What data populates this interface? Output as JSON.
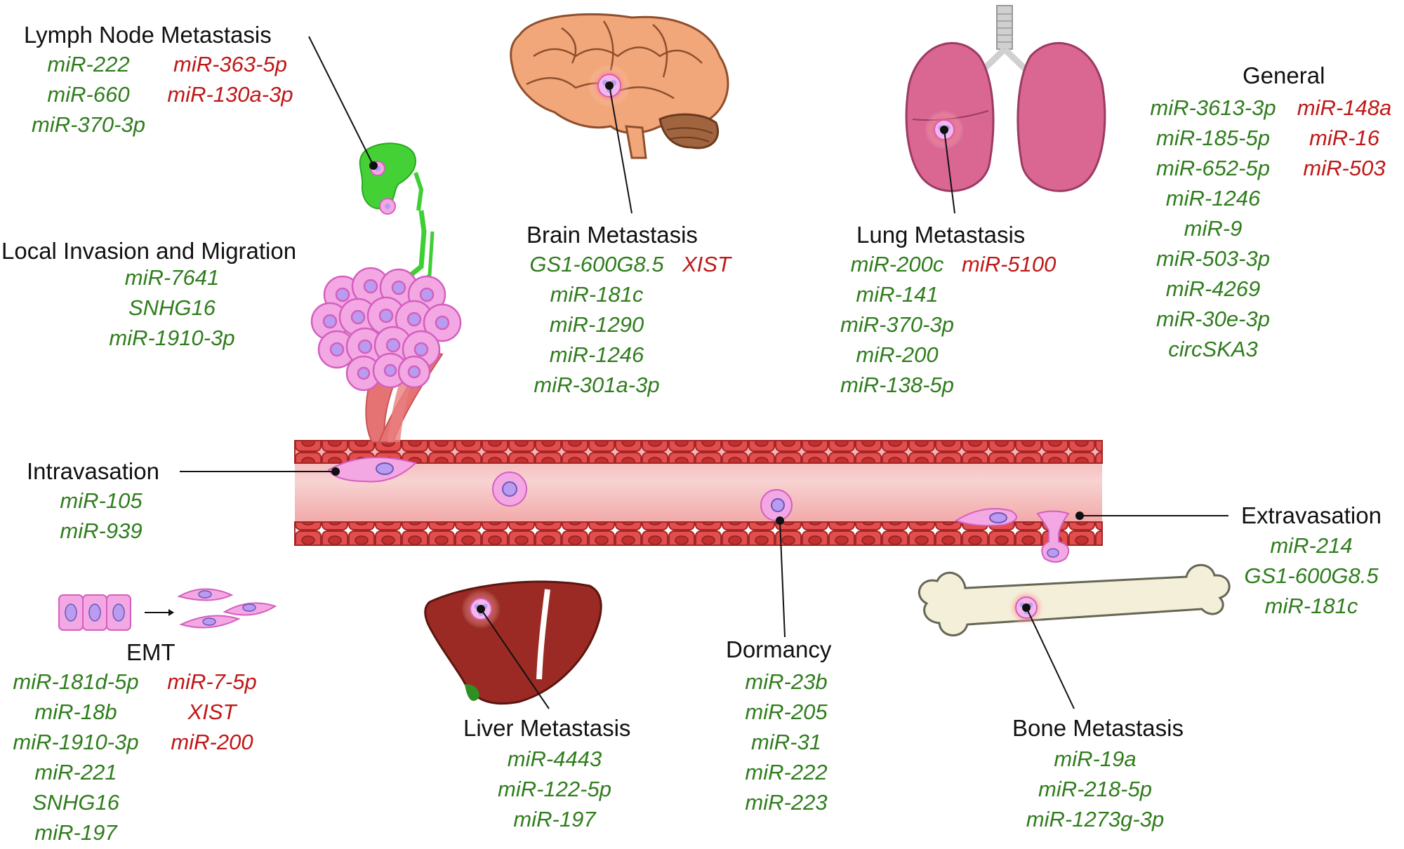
{
  "colors": {
    "suppressor": "#2f7d1d",
    "promoter": "#c01717",
    "vessel": "#d94c4c",
    "cell": "#ef9ddf",
    "lymph": "#3fcf35",
    "liver": "#9b2a24",
    "lung": "#d96792",
    "brain": "#f2a77a",
    "bone": "#f3efd8"
  },
  "icons": [
    "brain-icon",
    "lung-icon",
    "liver-icon",
    "bone-icon",
    "lymph-node-icon",
    "tumor-icon",
    "blood-vessel-icon",
    "epithelial-cells-icon",
    "mesenchymal-cells-icon"
  ],
  "lymph": {
    "title": "Lymph Node Metastasis",
    "green": [
      "miR-222",
      "miR-660",
      "miR-370-3p"
    ],
    "red": [
      "miR-363-5p",
      "miR-130a-3p"
    ]
  },
  "local": {
    "title": "Local Invasion and Migration",
    "green": [
      "miR-7641",
      "SNHG16",
      "miR-1910-3p"
    ]
  },
  "brain": {
    "title": "Brain Metastasis",
    "green": [
      "GS1-600G8.5",
      "miR-181c",
      "miR-1290",
      "miR-1246",
      "miR-301a-3p"
    ],
    "red": [
      "XIST"
    ]
  },
  "lung": {
    "title": "Lung Metastasis",
    "green": [
      "miR-200c",
      "miR-141",
      "miR-370-3p",
      "miR-200",
      "miR-138-5p"
    ],
    "red": [
      "miR-5100"
    ]
  },
  "general": {
    "title": "General",
    "green": [
      "miR-3613-3p",
      "miR-185-5p",
      "miR-652-5p",
      "miR-1246",
      "miR-9",
      "miR-503-3p",
      "miR-4269",
      "miR-30e-3p",
      "circSKA3"
    ],
    "red": [
      "miR-148a",
      "miR-16",
      "miR-503"
    ]
  },
  "intravasation": {
    "title": "Intravasation",
    "green": [
      "miR-105",
      "miR-939"
    ]
  },
  "extravasation": {
    "title": "Extravasation",
    "green": [
      "miR-214",
      "GS1-600G8.5",
      "miR-181c"
    ]
  },
  "emt": {
    "title": "EMT",
    "green": [
      "miR-181d-5p",
      "miR-18b",
      "miR-1910-3p",
      "miR-221",
      "SNHG16",
      "miR-197"
    ],
    "red": [
      "miR-7-5p",
      "XIST",
      "miR-200"
    ]
  },
  "liver": {
    "title": "Liver Metastasis",
    "green": [
      "miR-4443",
      "miR-122-5p",
      "miR-197"
    ]
  },
  "dormancy": {
    "title": "Dormancy",
    "green": [
      "miR-23b",
      "miR-205",
      "miR-31",
      "miR-222",
      "miR-223"
    ]
  },
  "bone": {
    "title": "Bone Metastasis",
    "green": [
      "miR-19a",
      "miR-218-5p",
      "miR-1273g-3p"
    ]
  }
}
